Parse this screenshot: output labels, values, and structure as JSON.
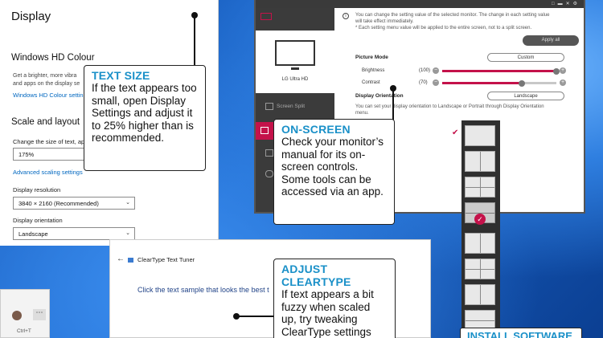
{
  "settings": {
    "title": "Display",
    "hd_heading": "Windows HD Colour",
    "hd_desc_1": "Get a brighter, more vibra",
    "hd_desc_2": "and apps on the display se",
    "hd_link": "Windows HD Colour settin",
    "scale_heading": "Scale and layout",
    "size_label": "Change the size of text, ap",
    "size_value": "175%",
    "adv_link": "Advanced scaling settings",
    "res_label": "Display resolution",
    "res_value": "3840 × 2160 (Recommended)",
    "orient_label": "Display orientation",
    "orient_value": "Landscape"
  },
  "lg": {
    "monitor_name": "LG Ultra HD",
    "nav_screen_split": "Screen Split",
    "info_line1": "You can change the setting value of the selected monitor. The change in each setting value",
    "info_line2": "will take effect immediately.",
    "info_line3": "* Each setting menu value will be applied to the entire screen, not to a split screen.",
    "apply_label": "Apply all",
    "picture_mode_label": "Picture Mode",
    "picture_mode_value": "Custom",
    "brightness_label": "Brightness",
    "brightness_value": "(100)",
    "brightness_level": 1.0,
    "contrast_label": "Contrast",
    "contrast_value": "(70)",
    "contrast_level": 0.7,
    "orientation_label": "Display Orientation",
    "orientation_value": "Landscape",
    "orientation_help_1": "You can set your display orientation to Landscape or Portrait through Display Orientation",
    "orientation_help_2": "menu."
  },
  "cleartype": {
    "title": "ClearType Text Tuner",
    "instruction": "Click the text sample that looks the best t"
  },
  "browser": {
    "shortcut": "Ctrl+T"
  },
  "callouts": {
    "text_size": {
      "heading": "TEXT SIZE",
      "body": "If the text appears too small, open Display Settings and adjust it to 25% higher than is recommended."
    },
    "on_screen": {
      "heading": "ON-SCREEN",
      "body": "Check your monitor’s manual for its on-screen controls. Some tools can be accessed via an app."
    },
    "cleartype": {
      "heading": "ADJUST CLEARTYPE",
      "body": "If text appears a bit fuzzy when scaled up, try tweaking ClearType settings after calibration."
    },
    "install": {
      "heading": "INSTALL SOFTWARE"
    }
  },
  "colors": {
    "accent_lg": "#c4124a",
    "callout_heading": "#1a90c8",
    "link": "#0067c0"
  }
}
